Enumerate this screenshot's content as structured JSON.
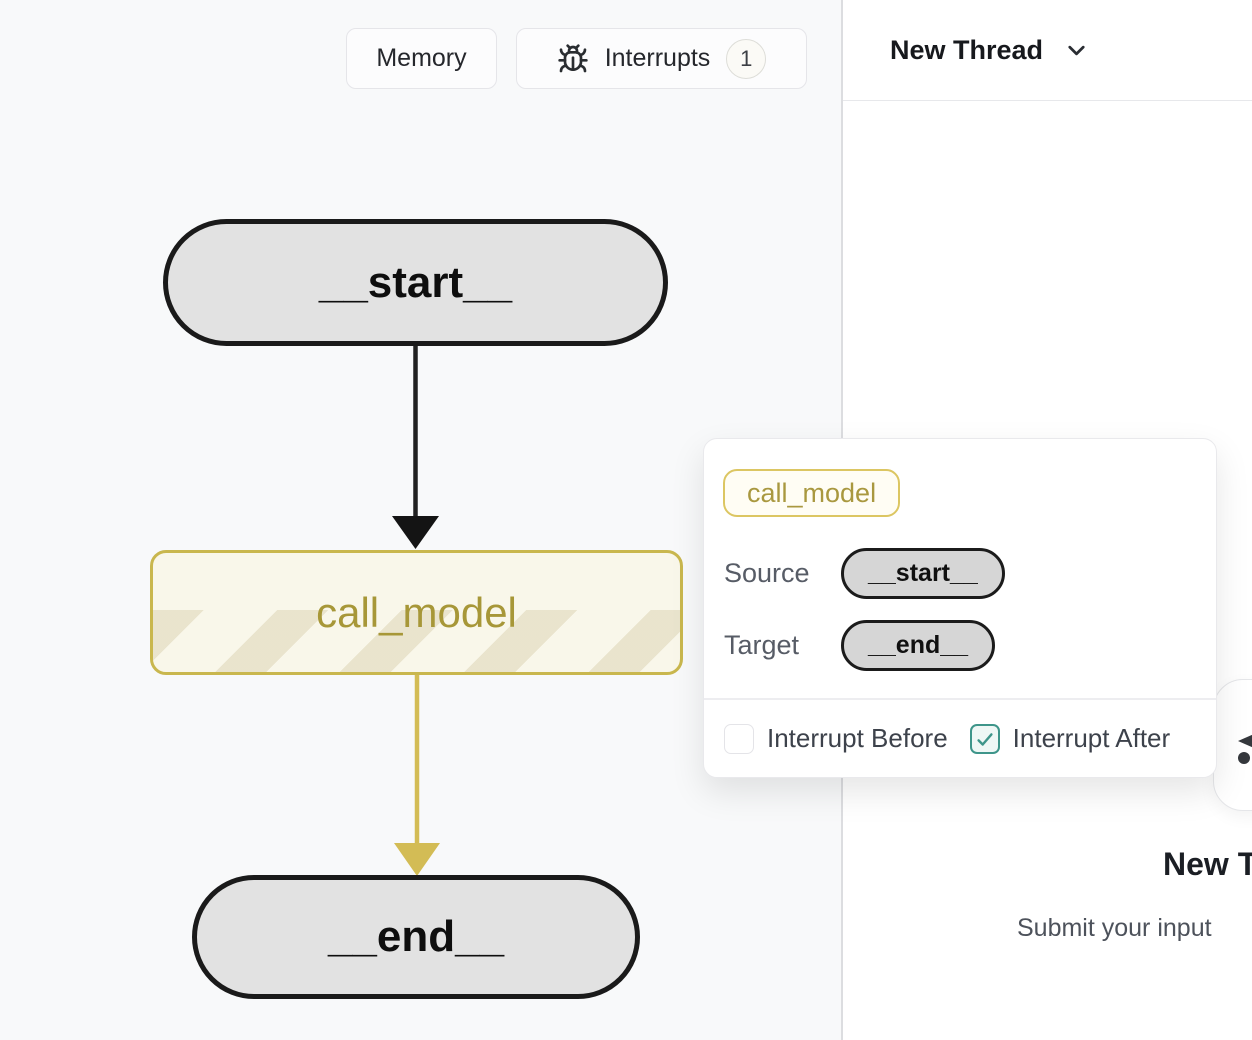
{
  "canvas": {
    "toolbar": {
      "memory": "Memory",
      "interrupts": "Interrupts",
      "interrupts_count": "1"
    },
    "graph": {
      "nodes": [
        {
          "id": "__start__",
          "label": "__start__",
          "type": "terminal"
        },
        {
          "id": "call_model",
          "label": "call_model",
          "type": "task",
          "state": "interrupted"
        },
        {
          "id": "__end__",
          "label": "__end__",
          "type": "terminal"
        }
      ],
      "edges": [
        {
          "from": "__start__",
          "to": "call_model",
          "color": "#212121"
        },
        {
          "from": "call_model",
          "to": "__end__",
          "color": "#d3bc55"
        }
      ]
    }
  },
  "popover": {
    "node_badge": "call_model",
    "rows": [
      {
        "label": "Source",
        "value": "__start__"
      },
      {
        "label": "Target",
        "value": "__end__"
      }
    ],
    "interrupt_before": {
      "label": "Interrupt Before",
      "checked": false
    },
    "interrupt_after": {
      "label": "Interrupt After",
      "checked": true
    }
  },
  "thread_panel": {
    "header_title": "New Thread",
    "empty_title": "New Thread",
    "empty_subtitle": "Submit your input"
  },
  "colors": {
    "canvas_bg": "#f8f9fa",
    "node_fill": "#e2e2e2",
    "node_border": "#1a1a1a",
    "accent_yellow_border": "#c9b74e",
    "accent_yellow_text": "#a79738",
    "edge_black": "#212121",
    "edge_yellow": "#d3bc55",
    "teal_checkbox": "#3e958a"
  }
}
